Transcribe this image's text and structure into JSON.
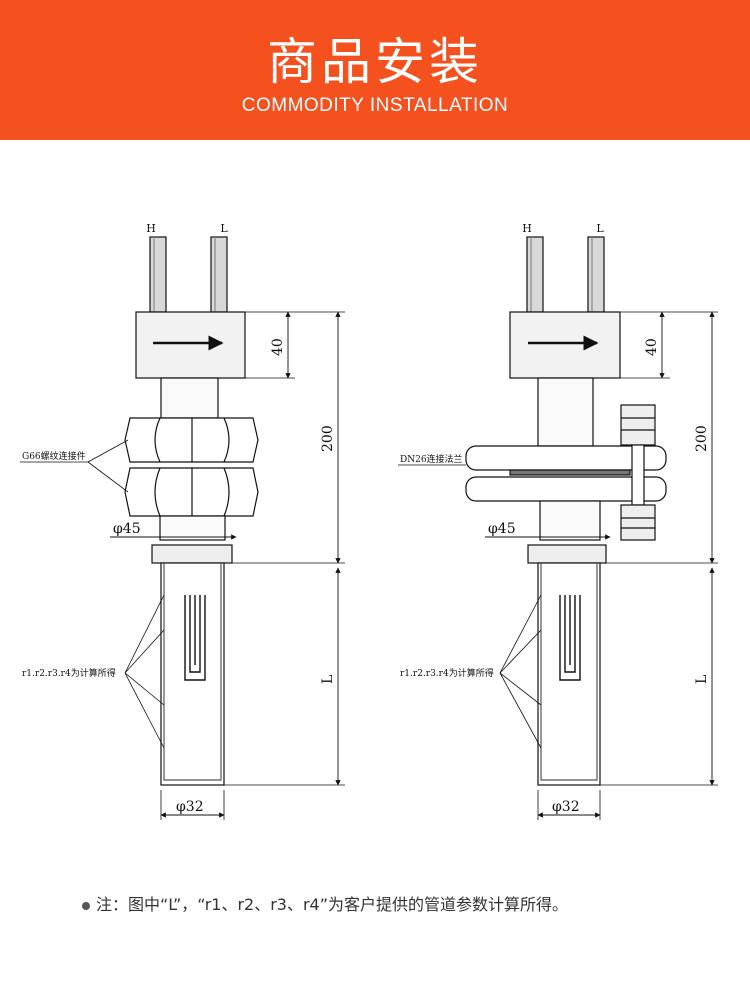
{
  "header": {
    "title_cn": "商品安装",
    "title_en": "COMMODITY INSTALLATION",
    "bg_color": "#f4511e",
    "text_color": "#ffffff"
  },
  "diagrams": [
    {
      "terminal_left": "H",
      "terminal_right": "L",
      "dim_head": "40",
      "dim_total": "200",
      "dim_flange_dia": "φ45",
      "dim_length": "L",
      "dim_tube_dia": "φ32",
      "label_fitting": "G66螺纹连接件",
      "label_radius": "r1.r2.r3.r4为计算所得"
    },
    {
      "terminal_left": "H",
      "terminal_right": "L",
      "dim_head": "40",
      "dim_total": "200",
      "dim_flange_dia": "φ45",
      "dim_length": "L",
      "dim_tube_dia": "φ32",
      "label_fitting": "DN26连接法兰",
      "label_radius": "r1.r2.r3.r4为计算所得"
    }
  ],
  "note": "注：图中“L”，“r1、r2、r3、r4”为客户提供的管道参数计算所得。"
}
